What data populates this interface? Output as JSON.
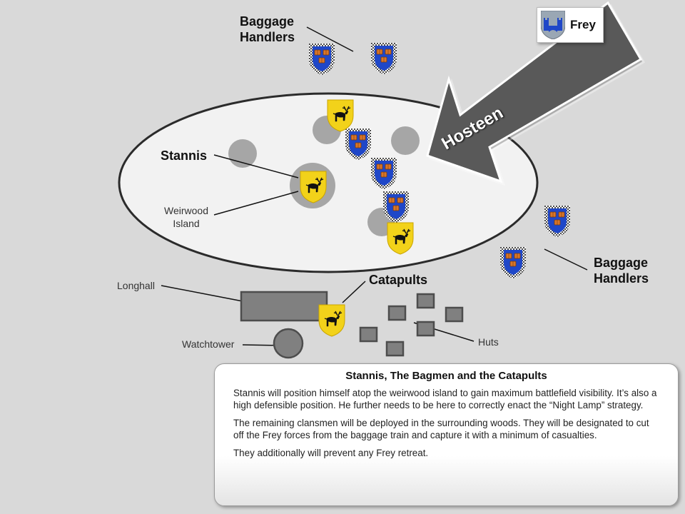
{
  "labels": {
    "baggage_top": "Baggage\nHandlers",
    "baggage_right": "Baggage\nHandlers",
    "stannis": "Stannis",
    "weirwood": "Weirwood\nIsland",
    "catapults": "Catapults",
    "longhall": "Longhall",
    "watchtower": "Watchtower",
    "huts": "Huts"
  },
  "arrow": {
    "label": "Hosteen"
  },
  "legend": {
    "name": "Frey",
    "icon": "frey-towers-icon"
  },
  "info": {
    "title": "Stannis, The Bagmen and the Catapults",
    "paragraphs": [
      "Stannis will position himself atop the weirwood island to gain maximum battlefield visibility. It’s also a high defensible position. He further needs to be here to correctly enact the “Night Lamp” strategy.",
      "The remaining clansmen will be deployed in the surrounding woods. They will be designated to cut off the Frey forces from the baggage train and capture it with a minimum of casualties.",
      "They additionally will prevent any Frey retreat."
    ]
  },
  "colors": {
    "background": "#d9d9d9",
    "island": "#f2f2f2",
    "building": "#808080",
    "baratheon_yellow": "#f2d21a",
    "frey_blue": "#1f47c8",
    "frey_orange": "#d9762a"
  },
  "icons": {
    "baratheon": "stag-shield-icon",
    "clansmen": "blue-shield-icon"
  }
}
